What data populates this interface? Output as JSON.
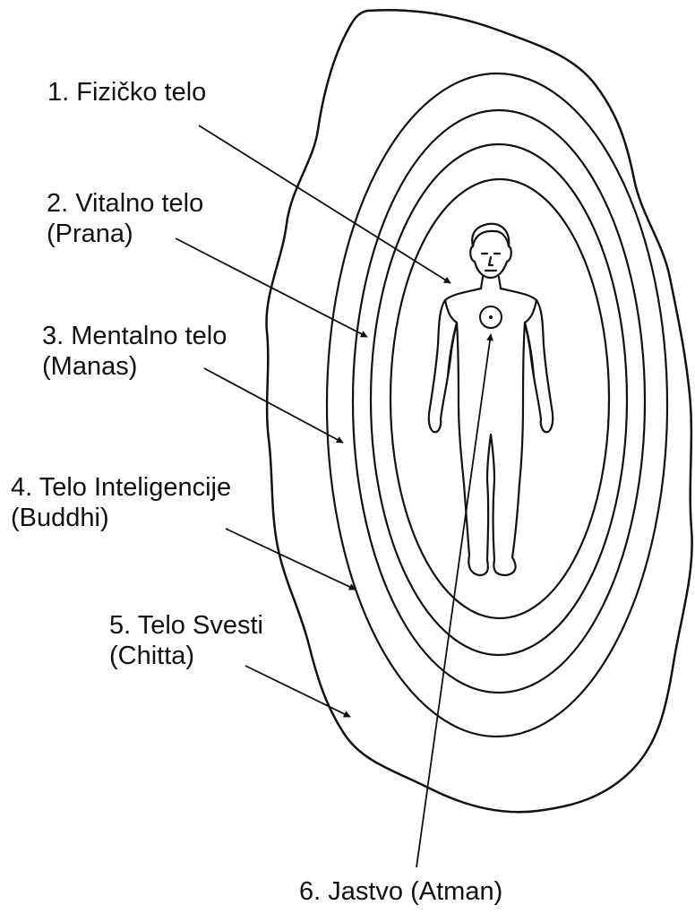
{
  "colors": {
    "line": "#111111",
    "background": "#ffffff"
  },
  "labels": {
    "physical": {
      "line1": "1. Fizičko telo"
    },
    "vital": {
      "line1": "2. Vitalno telo",
      "line2": "(Prana)"
    },
    "mental": {
      "line1": "3. Mentalno telo",
      "line2": "(Manas)"
    },
    "intellect": {
      "line1": "4. Telo Inteligencije",
      "line2": "(Buddhi)"
    },
    "consciousness": {
      "line1": "5. Telo Svesti",
      "line2": "(Chitta)"
    },
    "self": {
      "line1": "6. Jastvo (Atman)"
    }
  }
}
